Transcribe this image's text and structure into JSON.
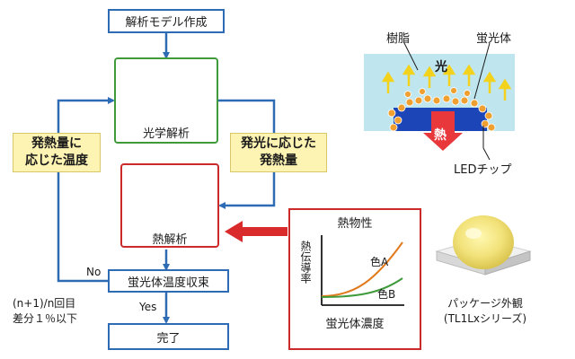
{
  "flow": {
    "model_creation": "解析モデル作成",
    "optical_analysis": "光学解析",
    "thermal_analysis": "熱解析",
    "phosphor_converge": "蛍光体温度収束",
    "complete": "完了",
    "heat_from_light": "発光に応じた\n発熱量",
    "temp_from_heat": "発熱量に\n応じた温度",
    "no_label": "No",
    "yes_label": "Yes",
    "criterion": "(n+1)/n回目\n差分１％以下"
  },
  "led_diagram": {
    "resin_label": "樹脂",
    "phosphor_label": "蛍光体",
    "light_label": "光",
    "heat_label": "熱",
    "chip_label": "LEDチップ"
  },
  "property_graph": {
    "title": "熱物性",
    "ylabel": "熱伝導率",
    "xlabel": "蛍光体濃度",
    "series_a": "色A",
    "series_b": "色B"
  },
  "package": {
    "caption": "パッケージ外観\n(TL1Lxシリーズ)"
  },
  "colors": {
    "flow_blue": "#2e6bb5",
    "frame_green": "#3f9a3a",
    "frame_red": "#cc2a2a",
    "callout_yellow": "#fdf3b3",
    "curve_orange": "#e07a1c",
    "curve_green": "#3f9a3a"
  }
}
